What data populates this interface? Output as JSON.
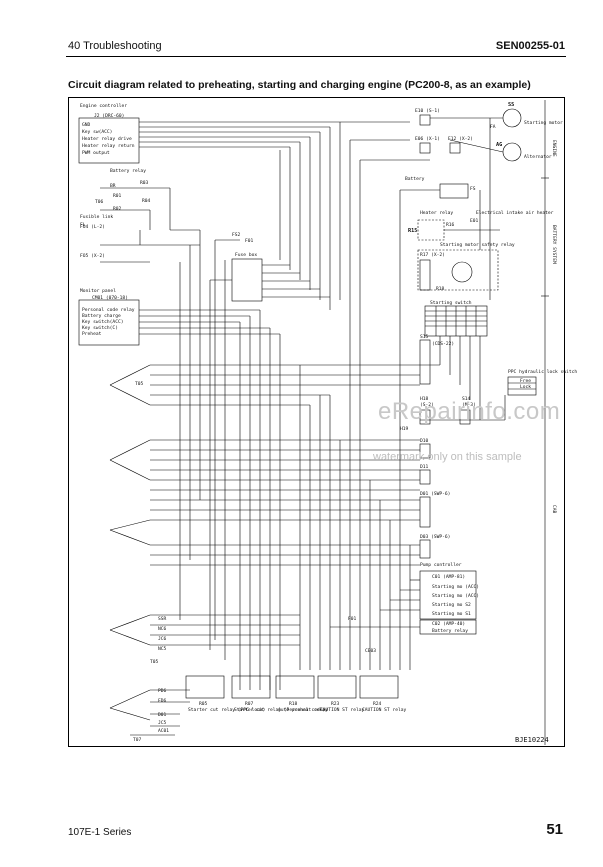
{
  "header": {
    "section": "40 Troubleshooting",
    "doc_code": "SEN00255-01"
  },
  "caption": "Circuit diagram related to preheating, starting and charging engine (PC200-8, as an example)",
  "diagram": {
    "drawing_code": "BJE10224",
    "engine_controller": {
      "title": "Engine controller",
      "connector": "J2 (DRC-60)",
      "pins": [
        "GND",
        "Key sw(ACC)",
        "Heater relay drive",
        "Heater relay return",
        "PWM output"
      ]
    },
    "monitor_panel": {
      "title": "Monitor panel",
      "connector": "CM01 (070-18)",
      "pins": [
        "Personal code relay",
        "Battery charge",
        "Key switch(ACC)",
        "Key switch(C)",
        "Preheat"
      ]
    },
    "pump_controller": {
      "title": "Pump controller",
      "connector": "C01 (AMP-81)",
      "pins": [
        "Starting mo (ACC)",
        "Starting mo (ACC)",
        "Starting mo S2",
        "Starting mo S1"
      ]
    },
    "pump_controller_c02": {
      "connector": "C02 (AMP-40)",
      "pin": "Battery relay"
    },
    "starter": {
      "ref": "SS",
      "label": "Starting motor"
    },
    "alternator": {
      "ref": "AG",
      "label": "Alternator"
    },
    "battery_relay": "Battery relay",
    "battery": "Battery",
    "fuse_box": "Fuse box",
    "fusible_link": "Fusible link",
    "heater_relay": "Heater relay",
    "heater_ref": "R15",
    "electrical_intake_air_heater": "Electrical intake air heater",
    "starting_motor_safety_relay": "Starting motor safety relay",
    "starting_switch": "Starting switch",
    "ppc_lock_switch": {
      "title": "PPC hydraulic lock switch",
      "states": [
        "Free",
        "Lock"
      ]
    },
    "refs": {
      "br": "BR",
      "r01": "R01",
      "r02": "R02",
      "r03": "R03",
      "r04": "R04",
      "t06": "T06",
      "t05": "T05",
      "t05b": "T05",
      "t07": "T07",
      "fs2": "FS2",
      "f01a": "F01",
      "f01b": "F01",
      "fl": "FL",
      "fs": "FS",
      "fa": "FA",
      "e10": "E10 (S-1)",
      "e06": "E06 (X-1)",
      "e12": "E12 (X-2)",
      "e01": "E01",
      "r16": "R16",
      "r17": "R17 (X-2)",
      "r18": "R18",
      "s15": "S15",
      "s15c": "(CDS-22)",
      "h18": "H18",
      "h18c": "(S-2)",
      "s14": "S14",
      "s14c": "(M-3)",
      "h19": "H19",
      "d10": "D10",
      "d11": "D11",
      "d01": "D01 (SWP-6)",
      "d03": "D03 (SWP-6)",
      "ce03": "CE03",
      "fo4": "FO4 (L-2)",
      "fo5": "FO5 (X-2)",
      "ssr": "SSR",
      "nc6": "NC6",
      "jc6": "JC6",
      "nc5": "NC5",
      "pd6": "PD6",
      "fd6": "FD6",
      "d01b": "D01",
      "jc5": "JC5",
      "ac01": "AC01"
    },
    "relays": [
      {
        "ref": "R05",
        "label": "Starter cut relay (PPC lock)"
      },
      {
        "ref": "R07",
        "label": "Starter cut relay (Personal code)"
      },
      {
        "ref": "R18",
        "label": "Auto preheat relay"
      },
      {
        "ref": "R23",
        "label": "CAUTION ST relay"
      },
      {
        "ref": "R24",
        "label": "CAUTION ST relay"
      }
    ],
    "scale_labels": [
      "ENGINE",
      "BATTERY SYSTEM",
      "CAB"
    ]
  },
  "watermark": {
    "main": "eRepairinfo.com",
    "sub": "watermark only on this sample"
  },
  "footer": {
    "series": "107E-1 Series",
    "page": "51"
  }
}
